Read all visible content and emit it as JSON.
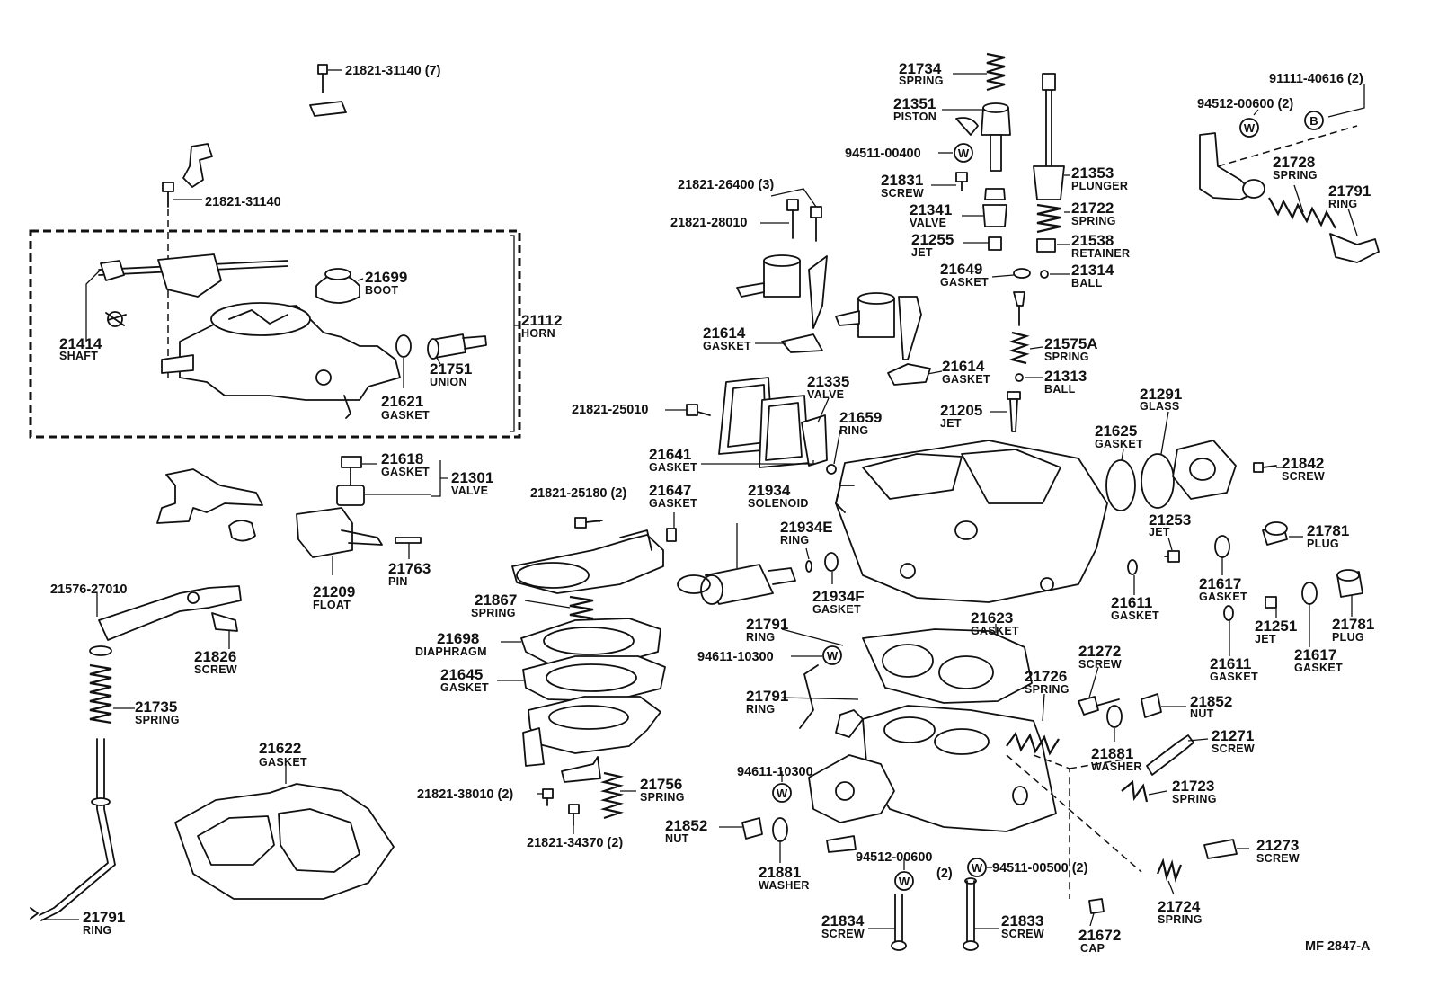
{
  "footer": {
    "diagram_code": "MF 2847-A"
  },
  "symbols": {
    "washer_symbol": "W",
    "bolt_symbol": "B"
  },
  "parts": [
    {
      "id": "p1",
      "number": "21821-31140 (7)",
      "name": ""
    },
    {
      "id": "p2",
      "number": "21821-31140",
      "name": ""
    },
    {
      "id": "p3",
      "number": "21699",
      "name": "BOOT"
    },
    {
      "id": "p4",
      "number": "21112",
      "name": "HORN"
    },
    {
      "id": "p5",
      "number": "21414",
      "name": "SHAFT"
    },
    {
      "id": "p6",
      "number": "21751",
      "name": "UNION"
    },
    {
      "id": "p7",
      "number": "21621",
      "name": "GASKET"
    },
    {
      "id": "p8",
      "number": "21618",
      "name": "GASKET"
    },
    {
      "id": "p9",
      "number": "21301",
      "name": "VALVE"
    },
    {
      "id": "p10",
      "number": "21209",
      "name": "FLOAT"
    },
    {
      "id": "p11",
      "number": "21763",
      "name": "PIN"
    },
    {
      "id": "p12",
      "number": "21576-27010",
      "name": ""
    },
    {
      "id": "p13",
      "number": "21826",
      "name": "SCREW"
    },
    {
      "id": "p14",
      "number": "21735",
      "name": "SPRING"
    },
    {
      "id": "p15",
      "number": "21622",
      "name": "GASKET"
    },
    {
      "id": "p16",
      "number": "21791",
      "name": "RING"
    },
    {
      "id": "p17",
      "number": "21821-26400 (3)",
      "name": ""
    },
    {
      "id": "p18",
      "number": "21821-28010",
      "name": ""
    },
    {
      "id": "p19",
      "number": "21614",
      "name": "GASKET"
    },
    {
      "id": "p20",
      "number": "21614",
      "name": "GASKET"
    },
    {
      "id": "p21",
      "number": "21335",
      "name": "VALVE"
    },
    {
      "id": "p22",
      "number": "21659",
      "name": "RING"
    },
    {
      "id": "p23",
      "number": "21821-25010",
      "name": ""
    },
    {
      "id": "p24",
      "number": "21641",
      "name": "GASKET"
    },
    {
      "id": "p25",
      "number": "21821-25180 (2)",
      "name": ""
    },
    {
      "id": "p26",
      "number": "21647",
      "name": "GASKET"
    },
    {
      "id": "p27",
      "number": "21934",
      "name": "SOLENOID"
    },
    {
      "id": "p28",
      "number": "21934E",
      "name": "RING"
    },
    {
      "id": "p29",
      "number": "21934F",
      "name": "GASKET"
    },
    {
      "id": "p30",
      "number": "21867",
      "name": "SPRING"
    },
    {
      "id": "p31",
      "number": "21698",
      "name": "DIAPHRAGM"
    },
    {
      "id": "p32",
      "number": "21645",
      "name": "GASKET"
    },
    {
      "id": "p33",
      "number": "21821-38010 (2)",
      "name": ""
    },
    {
      "id": "p34",
      "number": "21821-34370 (2)",
      "name": ""
    },
    {
      "id": "p35",
      "number": "21756",
      "name": "SPRING"
    },
    {
      "id": "p36",
      "number": "21852",
      "name": "NUT"
    },
    {
      "id": "p37",
      "number": "21881",
      "name": "WASHER"
    },
    {
      "id": "p38",
      "number": "21734",
      "name": "SPRING"
    },
    {
      "id": "p39",
      "number": "21351",
      "name": "PISTON"
    },
    {
      "id": "p40",
      "number": "94511-00400",
      "name": ""
    },
    {
      "id": "p41",
      "number": "21831",
      "name": "SCREW"
    },
    {
      "id": "p42",
      "number": "21341",
      "name": "VALVE"
    },
    {
      "id": "p43",
      "number": "21255",
      "name": "JET"
    },
    {
      "id": "p44",
      "number": "21649",
      "name": "GASKET"
    },
    {
      "id": "p45",
      "number": "21353",
      "name": "PLUNGER"
    },
    {
      "id": "p46",
      "number": "21722",
      "name": "SPRING"
    },
    {
      "id": "p47",
      "number": "21538",
      "name": "RETAINER"
    },
    {
      "id": "p48",
      "number": "21314",
      "name": "BALL"
    },
    {
      "id": "p49",
      "number": "21575A",
      "name": "SPRING"
    },
    {
      "id": "p50",
      "number": "21313",
      "name": "BALL"
    },
    {
      "id": "p51",
      "number": "21205",
      "name": "JET"
    },
    {
      "id": "p52",
      "number": "91111-40616 (2)",
      "name": ""
    },
    {
      "id": "p53",
      "number": "94512-00600 (2)",
      "name": ""
    },
    {
      "id": "p54",
      "number": "21728",
      "name": "SPRING"
    },
    {
      "id": "p55",
      "number": "21791",
      "name": "RING"
    },
    {
      "id": "p56",
      "number": "21291",
      "name": "GLASS"
    },
    {
      "id": "p57",
      "number": "21625",
      "name": "GASKET"
    },
    {
      "id": "p58",
      "number": "21842",
      "name": "SCREW"
    },
    {
      "id": "p59",
      "number": "21253",
      "name": "JET"
    },
    {
      "id": "p60",
      "number": "21781",
      "name": "PLUG"
    },
    {
      "id": "p61",
      "number": "21617",
      "name": "GASKET"
    },
    {
      "id": "p62",
      "number": "21611",
      "name": "GASKET"
    },
    {
      "id": "p63",
      "number": "21251",
      "name": "JET"
    },
    {
      "id": "p64",
      "number": "21781",
      "name": "PLUG"
    },
    {
      "id": "p65",
      "number": "21611",
      "name": "GASKET"
    },
    {
      "id": "p66",
      "number": "21617",
      "name": "GASKET"
    },
    {
      "id": "p67",
      "number": "21623",
      "name": "GASKET"
    },
    {
      "id": "p68",
      "number": "21791",
      "name": "RING"
    },
    {
      "id": "p69",
      "number": "94611-10300",
      "name": ""
    },
    {
      "id": "p70",
      "number": "21791",
      "name": "RING"
    },
    {
      "id": "p71",
      "number": "94611-10300",
      "name": ""
    },
    {
      "id": "p72",
      "number": "21272",
      "name": "SCREW"
    },
    {
      "id": "p73",
      "number": "21726",
      "name": "SPRING"
    },
    {
      "id": "p74",
      "number": "21852",
      "name": "NUT"
    },
    {
      "id": "p75",
      "number": "21881",
      "name": "WASHER"
    },
    {
      "id": "p76",
      "number": "21271",
      "name": "SCREW"
    },
    {
      "id": "p77",
      "number": "21723",
      "name": "SPRING"
    },
    {
      "id": "p78",
      "number": "94512-00600",
      "name": "(2)"
    },
    {
      "id": "p79",
      "number": "94511-00500 (2)",
      "name": ""
    },
    {
      "id": "p80",
      "number": "21273",
      "name": "SCREW"
    },
    {
      "id": "p81",
      "number": "21724",
      "name": "SPRING"
    },
    {
      "id": "p82",
      "number": "21834",
      "name": "SCREW"
    },
    {
      "id": "p83",
      "number": "21833",
      "name": "SCREW"
    },
    {
      "id": "p84",
      "number": "21672",
      "name": "CAP"
    }
  ]
}
